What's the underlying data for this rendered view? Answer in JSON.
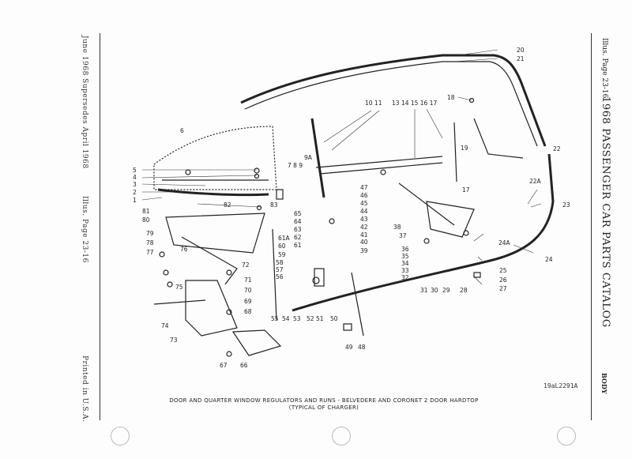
{
  "left_margin": {
    "revision": "June 1968 Supersedes April 1968",
    "illus_ref": "Illus. Page 23-16",
    "printed": "Printed in U.S.A."
  },
  "right_margin": {
    "illus_ref": "Illus. Page 23-16",
    "catalog_title": "1968 PASSENGER CAR PARTS CATALOG",
    "section": "BODY"
  },
  "figure_number": "19aL2291A",
  "caption": {
    "line1": "DOOR AND QUARTER WINDOW REGULATORS AND RUNS - BELVEDERE AND CORONET 2 DOOR HARDTOP",
    "line2": "(TYPICAL OF CHARGER)"
  },
  "callouts": [
    "20",
    "21",
    "10 11",
    "13 14 15 16 17",
    "18",
    "6",
    "19",
    "22",
    "9A",
    "22A",
    "23",
    "5",
    "4",
    "3",
    "2",
    "1",
    "7 8 9",
    "47",
    "46",
    "45",
    "44",
    "43",
    "42",
    "41",
    "40",
    "39",
    "38",
    "37",
    "36",
    "35",
    "34",
    "33",
    "32",
    "31",
    "30",
    "29",
    "28",
    "27",
    "26",
    "25",
    "24",
    "24A",
    "17",
    "82",
    "83",
    "81",
    "80",
    "79",
    "78",
    "77",
    "76",
    "75",
    "74",
    "73",
    "72",
    "71",
    "70",
    "69",
    "68",
    "67",
    "66",
    "65",
    "64",
    "63",
    "62",
    "61",
    "61A",
    "60",
    "59",
    "58",
    "57",
    "56",
    "55",
    "54",
    "53",
    "52",
    "51",
    "50",
    "49",
    "48"
  ]
}
